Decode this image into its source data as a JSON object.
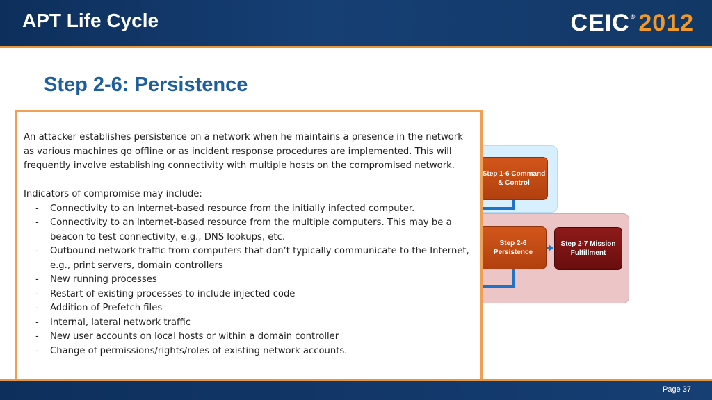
{
  "header": {
    "title": "APT Life Cycle",
    "logo": {
      "brand": "CEIC",
      "mark": "®",
      "year": "2012"
    }
  },
  "subtitle": "Step 2-6: Persistence",
  "panel": {
    "paragraph": "An attacker establishes persistence on a network when he maintains a presence in the network as various machines go offline or as incident response procedures are implemented. This will frequently involve establishing connectivity with multiple hosts on the compromised network.",
    "indicators_heading": "Indicators of compromise may include:",
    "bullet_char": "-",
    "indicators": [
      "Connectivity to an Internet-based resource from the initially infected computer.",
      "Connectivity to an Internet-based resource from the multiple computers. This may be a beacon to test connectivity, e.g., DNS lookups, etc.",
      "Outbound network traffic from computers that don’t typically communicate to the Internet, e.g., print servers, domain controllers",
      "New running processes",
      "Restart of existing processes to include injected code",
      "Addition of Prefetch files",
      "Internal, lateral network traffic",
      "New user accounts on local hosts or within a domain controller",
      "Change of permissions/rights/roles of existing network accounts."
    ]
  },
  "diagram": {
    "step_cc": "Step 1-6 Command & Control",
    "step_persistence": "Step 2-6 Persistence",
    "step_mission": "Step 2-7 Mission Fulfillment"
  },
  "footer": {
    "page": "Page 37"
  },
  "colors": {
    "header_bg": "#163f74",
    "accent_orange": "#e8963a",
    "subtitle_blue": "#1f5e9e",
    "step_orange": "#c24a14",
    "step_red": "#7a1212",
    "connector_blue": "#1e73c9"
  }
}
